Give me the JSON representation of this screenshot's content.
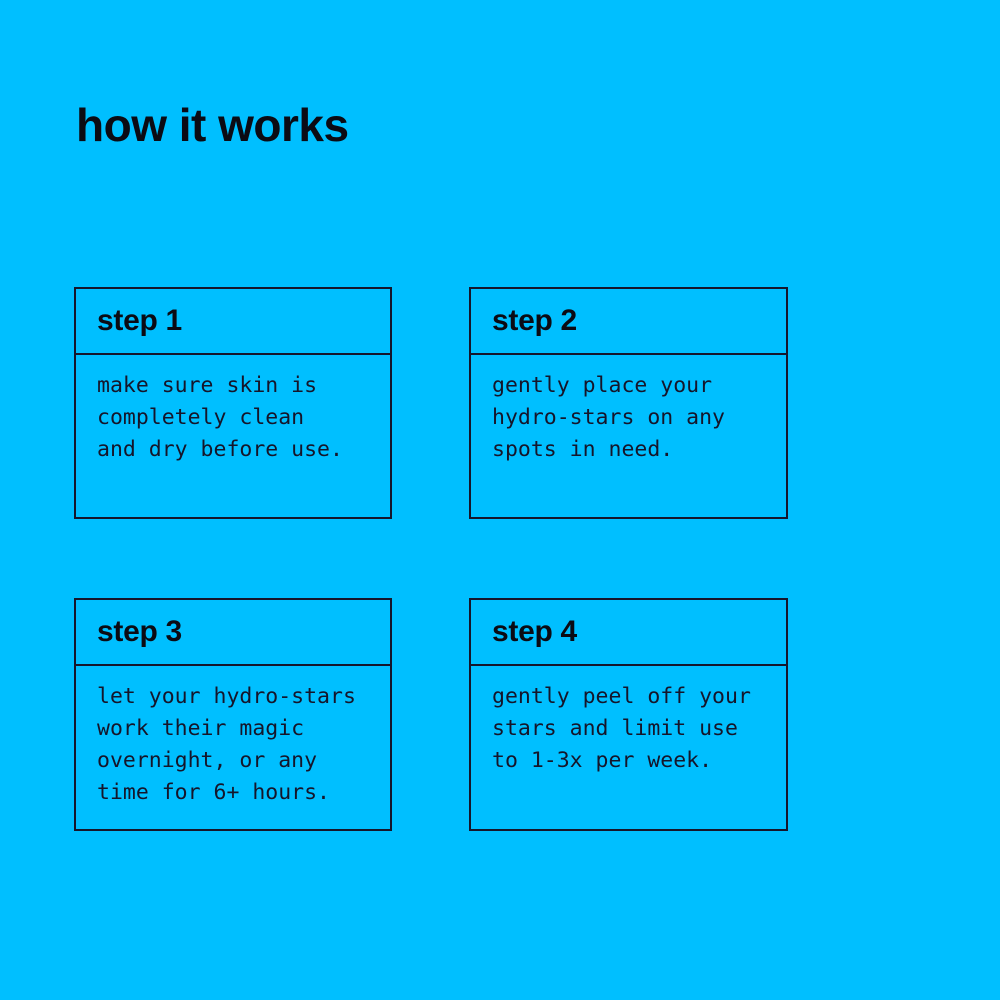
{
  "page": {
    "title": "how it works",
    "background_color": "#00bfff",
    "border_color": "#16162b",
    "text_color": "#15152a"
  },
  "steps": [
    {
      "label": "step 1",
      "description": "make sure skin is\ncompletely clean\nand dry before use."
    },
    {
      "label": "step 2",
      "description": "gently place your\nhydro-stars on any\nspots in need."
    },
    {
      "label": "step 3",
      "description": "let your hydro-stars\nwork their magic\novernight, or any\ntime for 6+ hours."
    },
    {
      "label": "step 4",
      "description": "gently peel off your\nstars and limit use\nto 1-3x per week."
    }
  ]
}
